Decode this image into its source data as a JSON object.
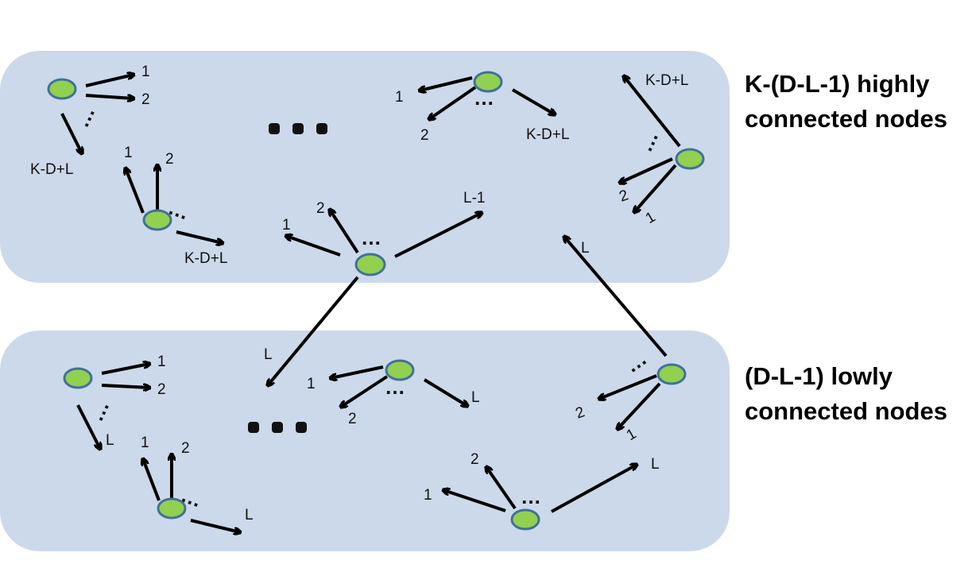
{
  "groups": {
    "high": {
      "title_line1": "K-(D-L-1) highly",
      "title_line2": "connected nodes"
    },
    "low": {
      "title_line1": "(D-L-1) lowly",
      "title_line2": "connected nodes"
    }
  },
  "labels": {
    "one": "1",
    "two": "2",
    "kdl": "K-D+L",
    "l": "L",
    "lm1": "L-1",
    "dots": "…"
  },
  "colors": {
    "panel": "#ccd9ea",
    "node_fill": "#92d050",
    "node_stroke": "#41719c"
  }
}
